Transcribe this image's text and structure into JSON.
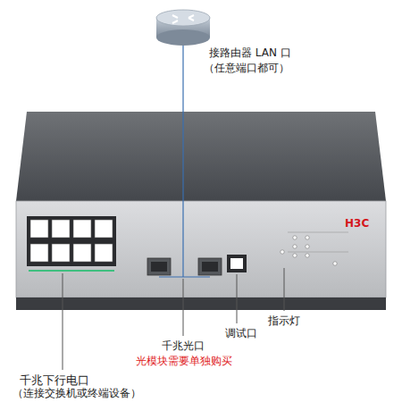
{
  "diagram": {
    "nodes": [
      {
        "text": [
          "接路由器 LAN 口",
          "（任意端口都可）"
        ]
      },
      {
        "text": [
          "H3C"
        ]
      }
    ],
    "edges": [
      {
        "from": 0,
        "to": 1,
        "arrow": "none"
      }
    ],
    "labels": [
      "千兆下行电口",
      "（连接交换机或终端设备）",
      "千兆光口",
      "光模块需要单独购买",
      "调试口",
      "指示灯"
    ]
  }
}
